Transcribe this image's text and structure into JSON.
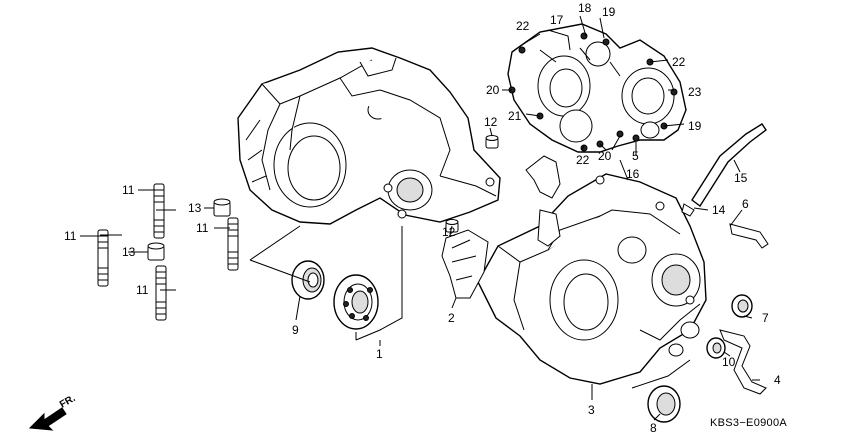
{
  "diagram": {
    "code": "KBS3−E0900A",
    "front_marker": "FR.",
    "callouts": [
      {
        "id": "c1",
        "text": "1"
      },
      {
        "id": "c2",
        "text": "2"
      },
      {
        "id": "c3",
        "text": "3"
      },
      {
        "id": "c4",
        "text": "4"
      },
      {
        "id": "c5",
        "text": "5"
      },
      {
        "id": "c6",
        "text": "6"
      },
      {
        "id": "c7",
        "text": "7"
      },
      {
        "id": "c8",
        "text": "8"
      },
      {
        "id": "c9",
        "text": "9"
      },
      {
        "id": "c10",
        "text": "10"
      },
      {
        "id": "c11a",
        "text": "11"
      },
      {
        "id": "c11b",
        "text": "11"
      },
      {
        "id": "c11c",
        "text": "11"
      },
      {
        "id": "c11d",
        "text": "11"
      },
      {
        "id": "c12a",
        "text": "12"
      },
      {
        "id": "c12b",
        "text": "12"
      },
      {
        "id": "c13a",
        "text": "13"
      },
      {
        "id": "c13b",
        "text": "13"
      },
      {
        "id": "c14",
        "text": "14"
      },
      {
        "id": "c15",
        "text": "15"
      },
      {
        "id": "c16",
        "text": "16"
      },
      {
        "id": "c17",
        "text": "17"
      },
      {
        "id": "c18",
        "text": "18"
      },
      {
        "id": "c19a",
        "text": "19"
      },
      {
        "id": "c19b",
        "text": "19"
      },
      {
        "id": "c20a",
        "text": "20"
      },
      {
        "id": "c20b",
        "text": "20"
      },
      {
        "id": "c21",
        "text": "21"
      },
      {
        "id": "c22a",
        "text": "22"
      },
      {
        "id": "c22b",
        "text": "22"
      },
      {
        "id": "c22c",
        "text": "22"
      },
      {
        "id": "c23",
        "text": "23"
      }
    ]
  }
}
